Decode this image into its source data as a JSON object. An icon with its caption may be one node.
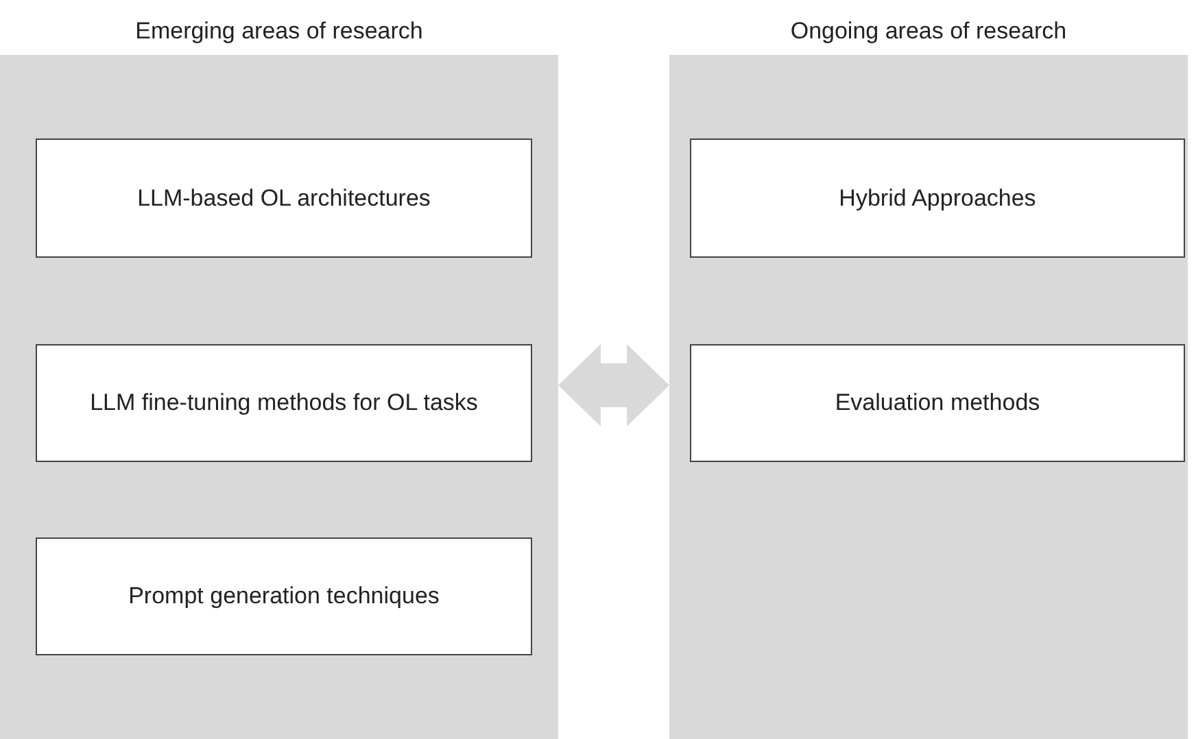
{
  "diagram": {
    "nodes": [
      {
        "text": [
          "Emerging areas of research"
        ]
      },
      {
        "text": [
          "LLM-based OL architectures"
        ],
        "in": 0
      },
      {
        "text": [
          "LLM fine-tuning methods for OL tasks"
        ],
        "in": 0
      },
      {
        "text": [
          "Prompt generation techniques"
        ],
        "in": 0
      },
      {
        "text": [
          "Ongoing areas of research"
        ]
      },
      {
        "text": [
          "Hybrid Approaches"
        ],
        "in": 4
      },
      {
        "text": [
          "Evaluation methods"
        ],
        "in": 4
      }
    ],
    "edges": [
      {
        "from": 0,
        "to": 4,
        "arrow": "both"
      }
    ]
  }
}
